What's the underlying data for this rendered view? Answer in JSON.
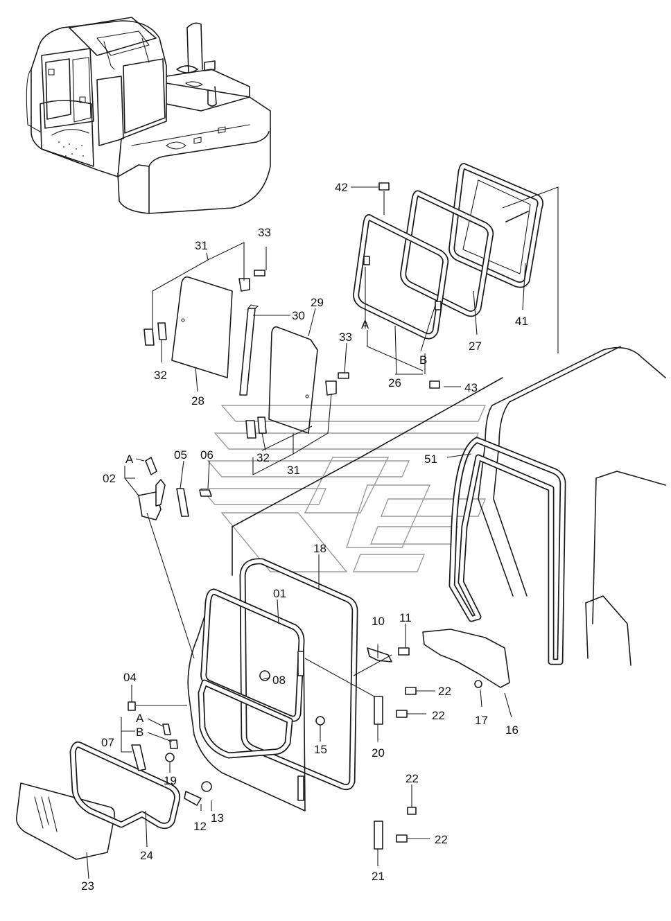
{
  "callouts": {
    "c01": "01",
    "c02": "02",
    "c04": "04",
    "c05": "05",
    "c06": "06",
    "c07": "07",
    "c08": "08",
    "c10": "10",
    "c11": "11",
    "c12": "12",
    "c13": "13",
    "c15": "15",
    "c16": "16",
    "c17": "17",
    "c18": "18",
    "c19": "19",
    "c20": "20",
    "c21": "21",
    "c22a": "22",
    "c22b": "22",
    "c22c": "22",
    "c22d": "22",
    "c23": "23",
    "c24": "24",
    "c26": "26",
    "c27": "27",
    "c28": "28",
    "c29": "29",
    "c30": "30",
    "c31a": "31",
    "c31b": "31",
    "c32a": "32",
    "c32b": "32",
    "c33a": "33",
    "c33b": "33",
    "c41": "41",
    "c42": "42",
    "c43": "43",
    "c51": "51",
    "refA1": "A",
    "refA2": "A",
    "refA3": "A",
    "refB1": "B",
    "refB2": "B"
  }
}
